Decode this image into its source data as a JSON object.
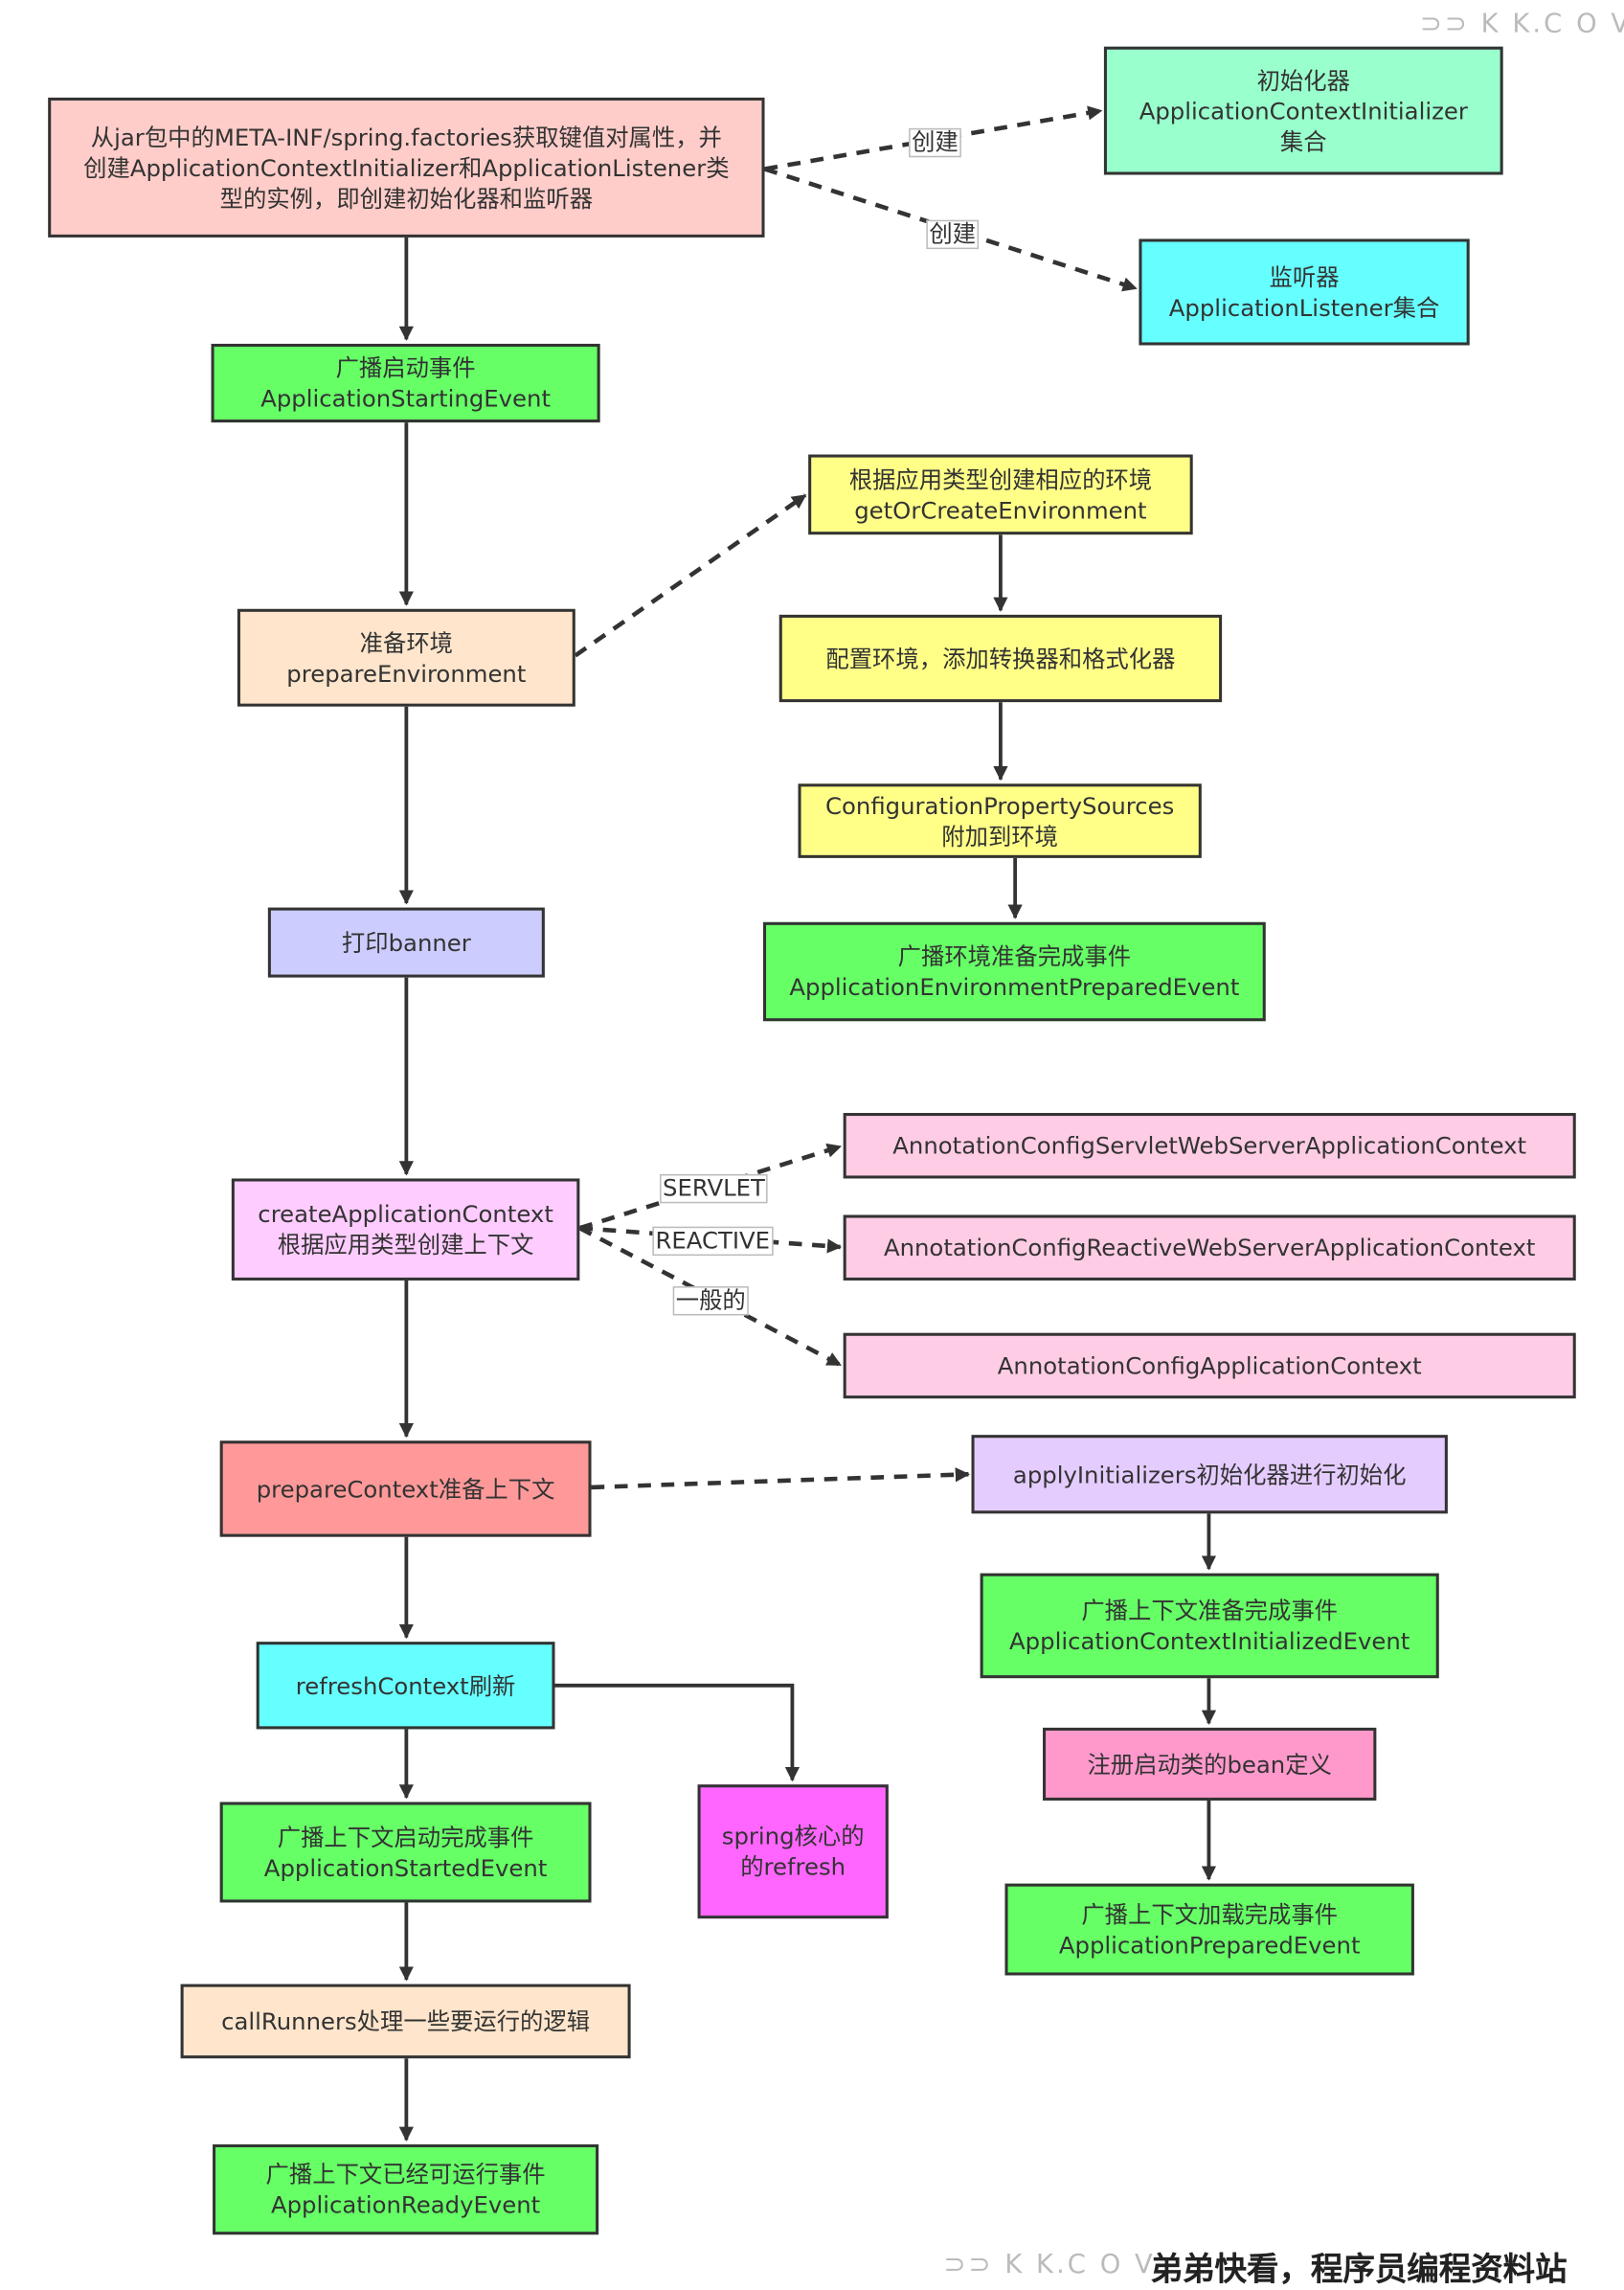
{
  "colors": {
    "pink": "#fecdc9",
    "mint": "#99ffcc",
    "cyan": "#66ffff",
    "green": "#66ff66",
    "peach": "#fee5cb",
    "yellow": "#ffff88",
    "lavender": "#ccccff",
    "lightpink": "#ffccff",
    "salmon": "#ff9999",
    "lightviolet": "#e5ccff",
    "rose": "#ff99cc",
    "magenta": "#ff66ff",
    "paleMagenta": "#ffcce5",
    "stroke": "#333333"
  },
  "nodes": {
    "load_factories": "从jar包中的META-INF/spring.factories获取键值对属性，并\n创建ApplicationContextInitializer和ApplicationListener类\n型的实例，即创建初始化器和监听器",
    "initializers": "初始化器\nApplicationContextInitializer\n集合",
    "listeners": "监听器\nApplicationListener集合",
    "starting_event": "广播启动事件\nApplicationStartingEvent",
    "create_env": "根据应用类型创建相应的环境\ngetOrCreateEnvironment",
    "prepare_env": "准备环境\nprepareEnvironment",
    "configure_env": "配置环境，添加转换器和格式化器",
    "attach_sources": "ConfigurationPropertySources\n附加到环境",
    "env_prepared_event": "广播环境准备完成事件\nApplicationEnvironmentPreparedEvent",
    "print_banner": "打印banner",
    "create_context": "createApplicationContext\n根据应用类型创建上下文",
    "servlet_context": "AnnotationConfigServletWebServerApplicationContext",
    "reactive_context": "AnnotationConfigReactiveWebServerApplicationContext",
    "default_context": "AnnotationConfigApplicationContext",
    "prepare_context": "prepareContext准备上下文",
    "apply_initializers": "applyInitializers初始化器进行初始化",
    "context_initialized_event": "广播上下文准备完成事件\nApplicationContextInitializedEvent",
    "register_bean": "注册启动类的bean定义",
    "prepared_event": "广播上下文加载完成事件\nApplicationPreparedEvent",
    "refresh_context": "refreshContext刷新",
    "spring_refresh": "spring核心的\n的refresh",
    "started_event": "广播上下文启动完成事件\nApplicationStartedEvent",
    "call_runners": "callRunners处理一些要运行的逻辑",
    "ready_event": "广播上下文已经可运行事件\nApplicationReadyEvent"
  },
  "edge_labels": {
    "create_initializers": "创建",
    "create_listeners": "创建",
    "servlet": "SERVLET",
    "reactive": "REACTIVE",
    "default": "一般的"
  },
  "watermarks": {
    "top_right": "⊃⊃ K K.C O V",
    "bottom_right_mark": "⊃⊃ K K.C O V",
    "bottom_right_text": "弟弟快看，程序员编程资料站"
  }
}
